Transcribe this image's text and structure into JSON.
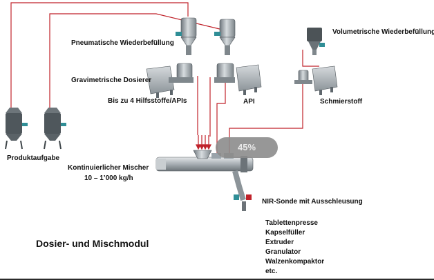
{
  "colors": {
    "line": "#c0222a",
    "metal": "#9aa3aa",
    "dark_metal": "#5e666c",
    "teal": "#2f8e96"
  },
  "labels": {
    "pneumatic": "Pneumatische Wiederbefüllung",
    "volumetric": "Volumetrische Wiederbefüllung",
    "gravimetric": "Gravimetrische Dosierer",
    "excipients": "Bis zu 4 Hilfsstoffe/APIs",
    "api": "API",
    "lubricant": "Schmierstoff",
    "feed": "Produktaufgabe",
    "mixer": "Kontinuierlicher Mischer",
    "mixer_rate": "10 – 1’000 kg/h",
    "nir": "NIR-Sonde mit Ausschleusung",
    "module_title": "Dosier- und Mischmodul"
  },
  "progress": {
    "text": "45%",
    "value": 45
  },
  "destinations": [
    "Tablettenpresse",
    "Kapselfüller",
    "Extruder",
    "Granulator",
    "Walzenkompaktor",
    "etc."
  ]
}
